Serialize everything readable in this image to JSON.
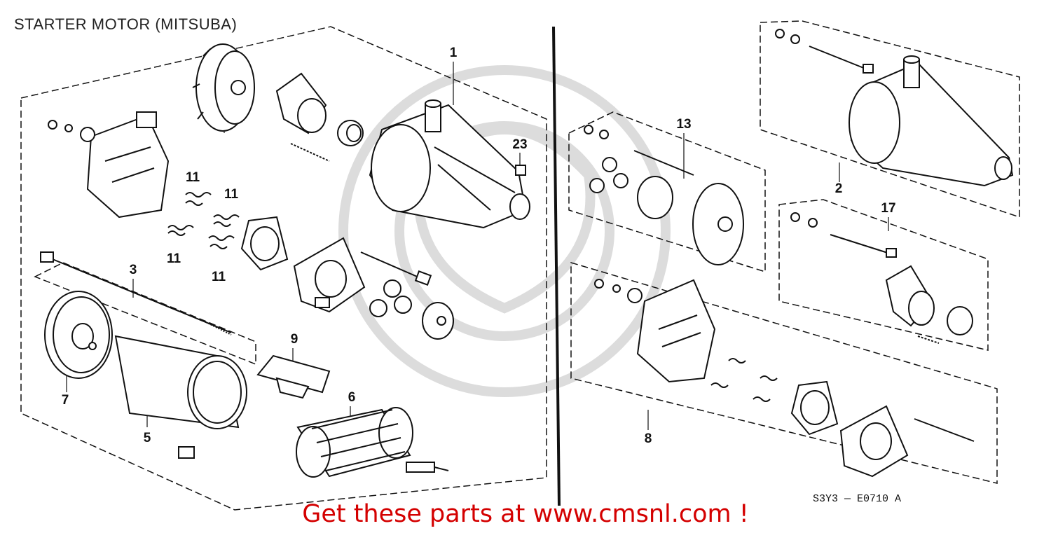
{
  "title": "STARTER MOTOR (MITSUBA)",
  "callouts": {
    "c1": "1",
    "c2": "2",
    "c3": "3",
    "c5": "5",
    "c6": "6",
    "c7": "7",
    "c8": "8",
    "c9": "9",
    "c11a": "11",
    "c11b": "11",
    "c11c": "11",
    "c11d": "11",
    "c13": "13",
    "c17": "17",
    "c23": "23"
  },
  "diagram_code": "S3Y3 — E0710 A",
  "banner": "Get these parts at www.cmsnl.com !",
  "colors": {
    "line": "#111111",
    "banner": "#d40000",
    "watermark": "#d9d9d9"
  }
}
